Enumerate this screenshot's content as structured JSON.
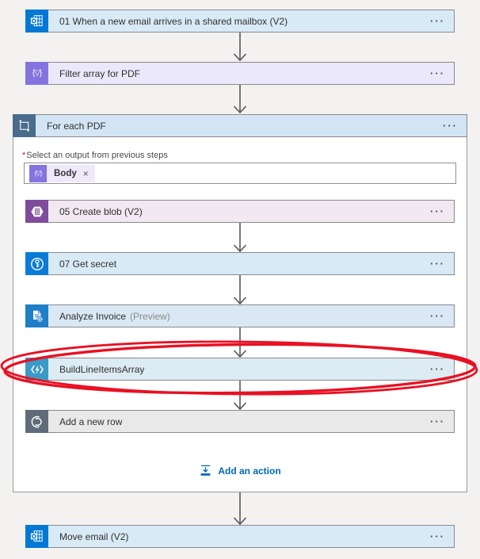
{
  "flow": {
    "trigger": {
      "title": "01 When a new email arrives in a shared mailbox (V2)"
    },
    "filter_array": {
      "title": "Filter array for PDF"
    },
    "foreach": {
      "title": "For each PDF",
      "required_marker": "*",
      "select_output_label": "Select an output from previous steps",
      "selected_token": "Body",
      "steps": {
        "create_blob": {
          "title": "05 Create blob (V2)"
        },
        "get_secret": {
          "title": "07 Get secret"
        },
        "analyze_invoice": {
          "title": "Analyze Invoice",
          "badge": "(Preview)"
        },
        "build_line_items": {
          "title": "BuildLineItemsArray"
        },
        "add_row": {
          "title": "Add a new row"
        }
      },
      "add_action_label": "Add an action"
    },
    "move_email": {
      "title": "Move email (V2)"
    }
  },
  "ui": {
    "menu_glyph": "···",
    "icons": {
      "outlook_icon": "envelope-calendar-grid-with-o",
      "filter_array_glyph": "{▽}",
      "foreach_icon": "loop-square-corner-arrows",
      "blob_icon": "hexagon-with-document",
      "key_vault_icon": "key-inside-circle",
      "analyze_invoice_icon": "document-with-grid-sphere",
      "azure_function_icon": "code-brackets-lightning-bolt",
      "dataverse_icon": "interlocking-arcs",
      "add_action_icon": "insert-down-arrow-to-bar",
      "remove_token_glyph": "×"
    }
  },
  "annotation": {
    "shape": "hand-drawn-ellipse",
    "color": "#e81123",
    "highlights": "BuildLineItemsArray"
  },
  "colors": {
    "canvas_bg": "#f3f2f1",
    "card_border": "#8a8a8a",
    "email_row_bg": "#d9eaf7",
    "outlook_icon_bg": "#0078d4",
    "filter_row_bg": "#ece8fb",
    "filter_icon_bg": "#8573e0",
    "foreach_header_bg": "#d3e5f4",
    "foreach_icon_bg": "#4a6b8c",
    "blob_row_bg": "#f1e8f2",
    "blob_icon_bg": "#7f4b9b",
    "keyvault_row_bg": "#d9eaf7",
    "keyvault_icon_bg": "#0a7cd7",
    "analyze_row_bg": "#d9e8f4",
    "analyze_icon_bg": "#1e7ec8",
    "function_row_bg": "#dcebf4",
    "function_icon_bg": "#3a9ac6",
    "dataverse_row_bg": "#e9e9e9",
    "dataverse_icon_bg": "#5f6b78",
    "link_blue": "#0067b8",
    "arrow_gray": "#565656",
    "preview_text": "#8a8886",
    "required_red": "#a4262c"
  }
}
